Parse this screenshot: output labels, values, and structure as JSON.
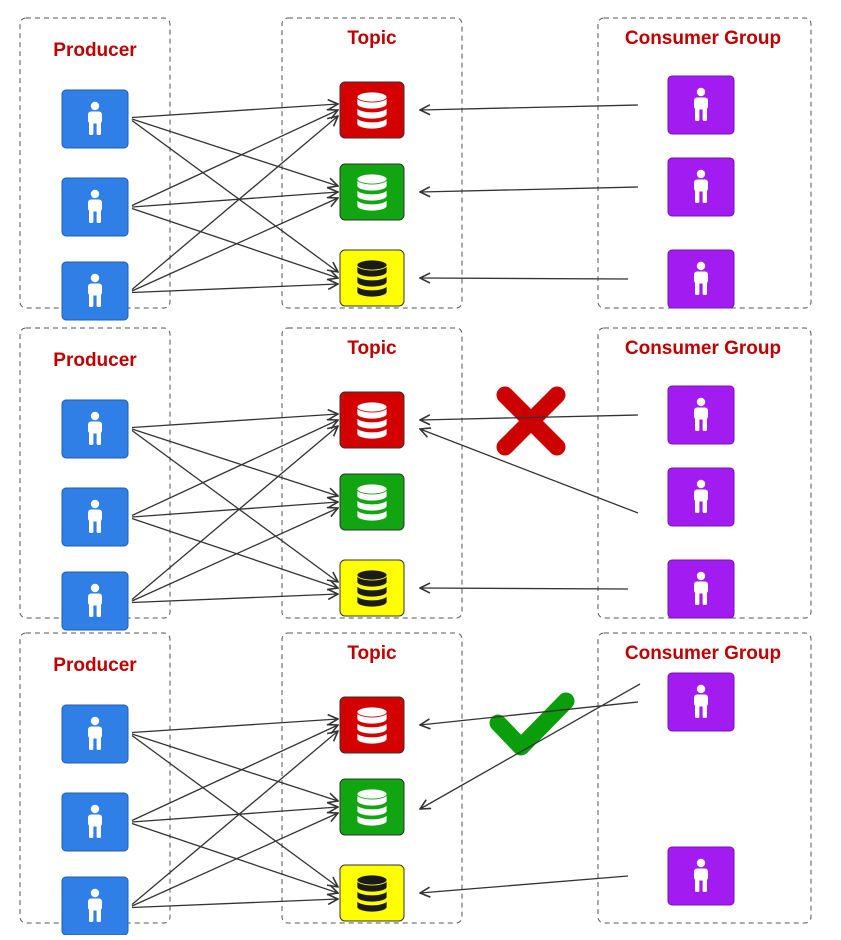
{
  "labels": {
    "producer": "Producer",
    "topic": "Topic",
    "consumer_group": "Consumer Group"
  },
  "colors": {
    "label_red": "#c00000",
    "producer_blue": "#2f7fe6",
    "consumer_purple": "#a21cf2",
    "partition_red": "#d40000",
    "partition_green": "#12a512",
    "partition_yellow": "#ffff00",
    "arrow": "#333333",
    "cross": "#cc0000",
    "check": "#0a9f0a"
  },
  "icons": {
    "producer": "person-icon",
    "consumer": "person-icon",
    "partition": "database-icon",
    "invalid": "cross-icon",
    "valid": "check-icon"
  },
  "scenarios": [
    {
      "id": "1",
      "consumers_per_partition": [
        [
          0
        ],
        [
          1
        ],
        [
          2
        ]
      ],
      "mark": null
    },
    {
      "id": "2",
      "consumers_per_partition": [
        [
          0,
          1
        ],
        [],
        [
          2
        ]
      ],
      "mark": "invalid"
    },
    {
      "id": "3",
      "consumers_per_partition": [
        [
          0
        ],
        [
          0
        ],
        [
          2
        ]
      ],
      "mark": "valid"
    }
  ]
}
